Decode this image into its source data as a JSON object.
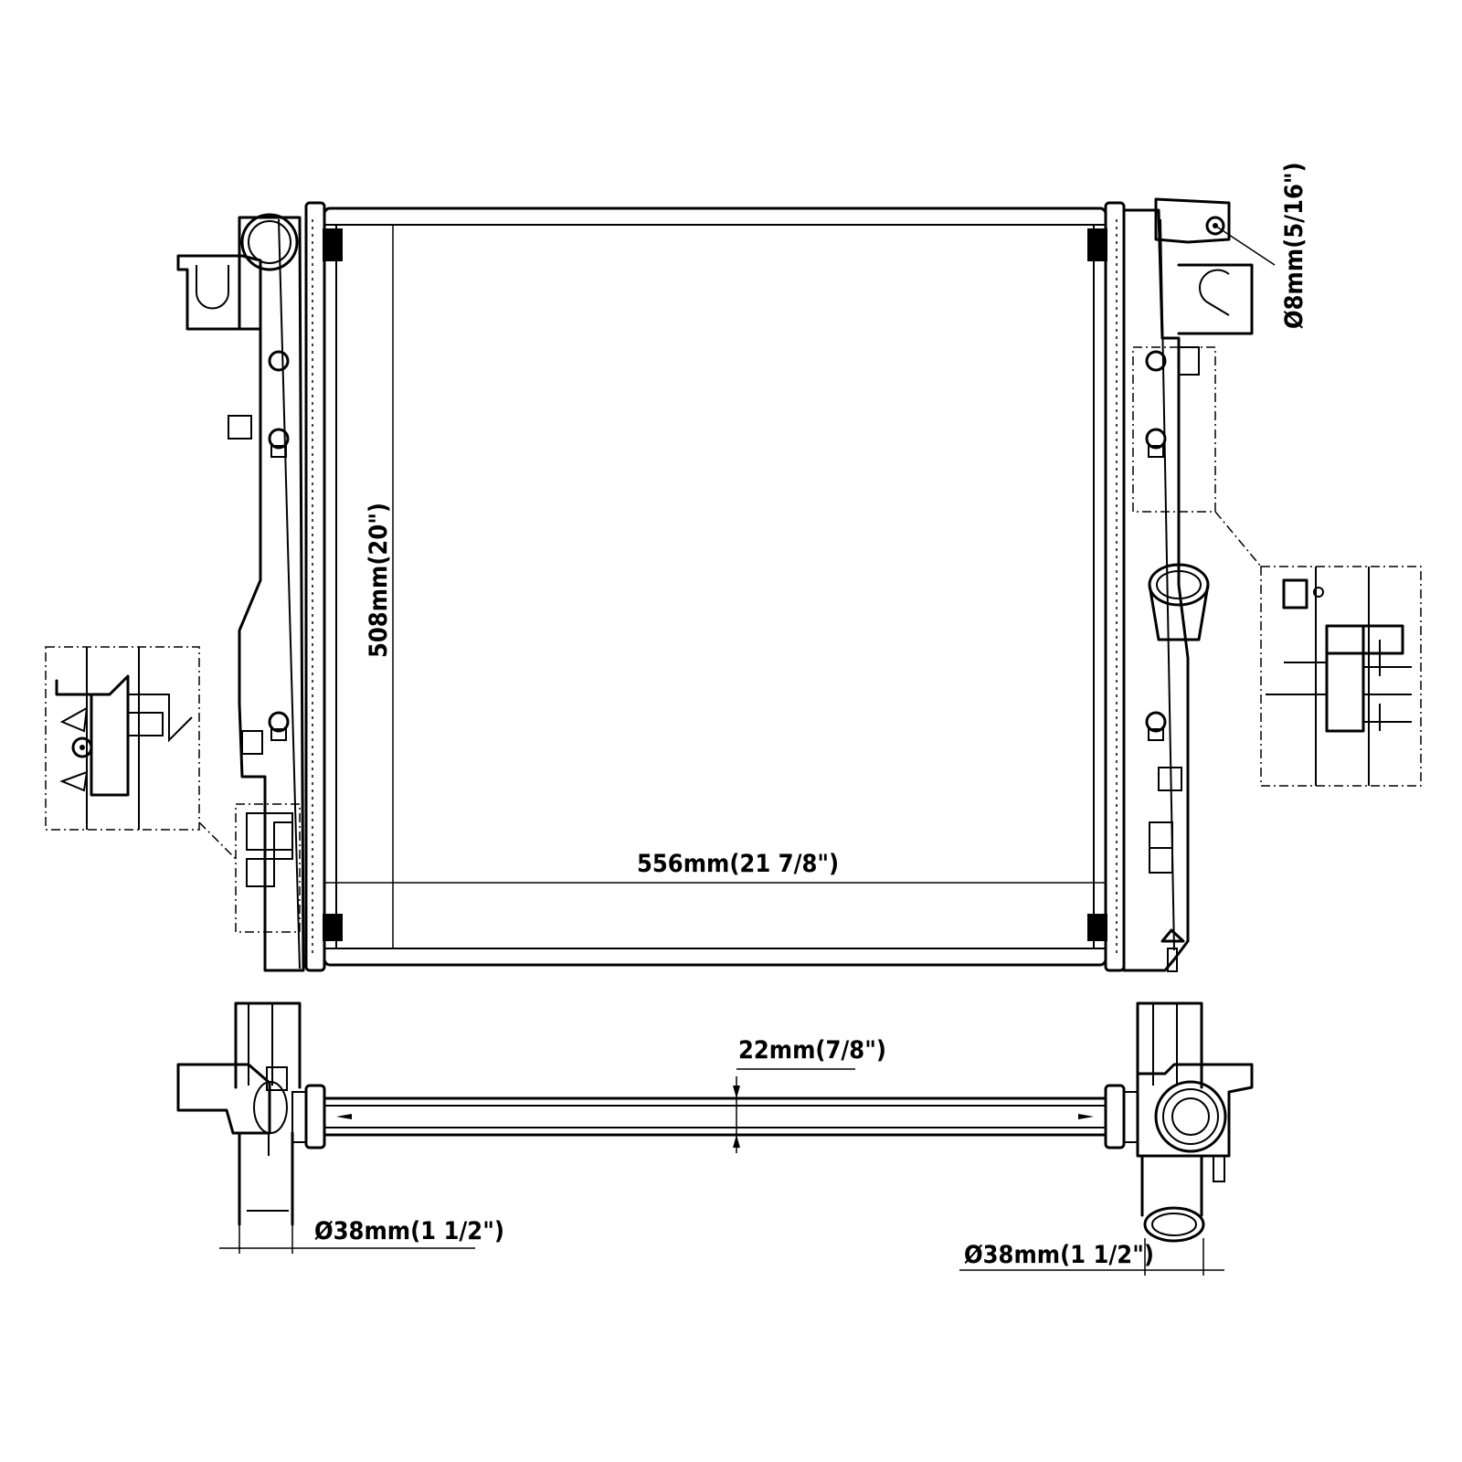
{
  "dimensions": {
    "core_height": "508mm(20\")",
    "core_width": "556mm(21 7/8\")",
    "core_thickness": "22mm(7/8\")",
    "mount_hole": "Ø8mm(5/16\")",
    "inlet_diameter": "Ø38mm(1 1/2\")",
    "outlet_diameter": "Ø38mm(1 1/2\")"
  }
}
